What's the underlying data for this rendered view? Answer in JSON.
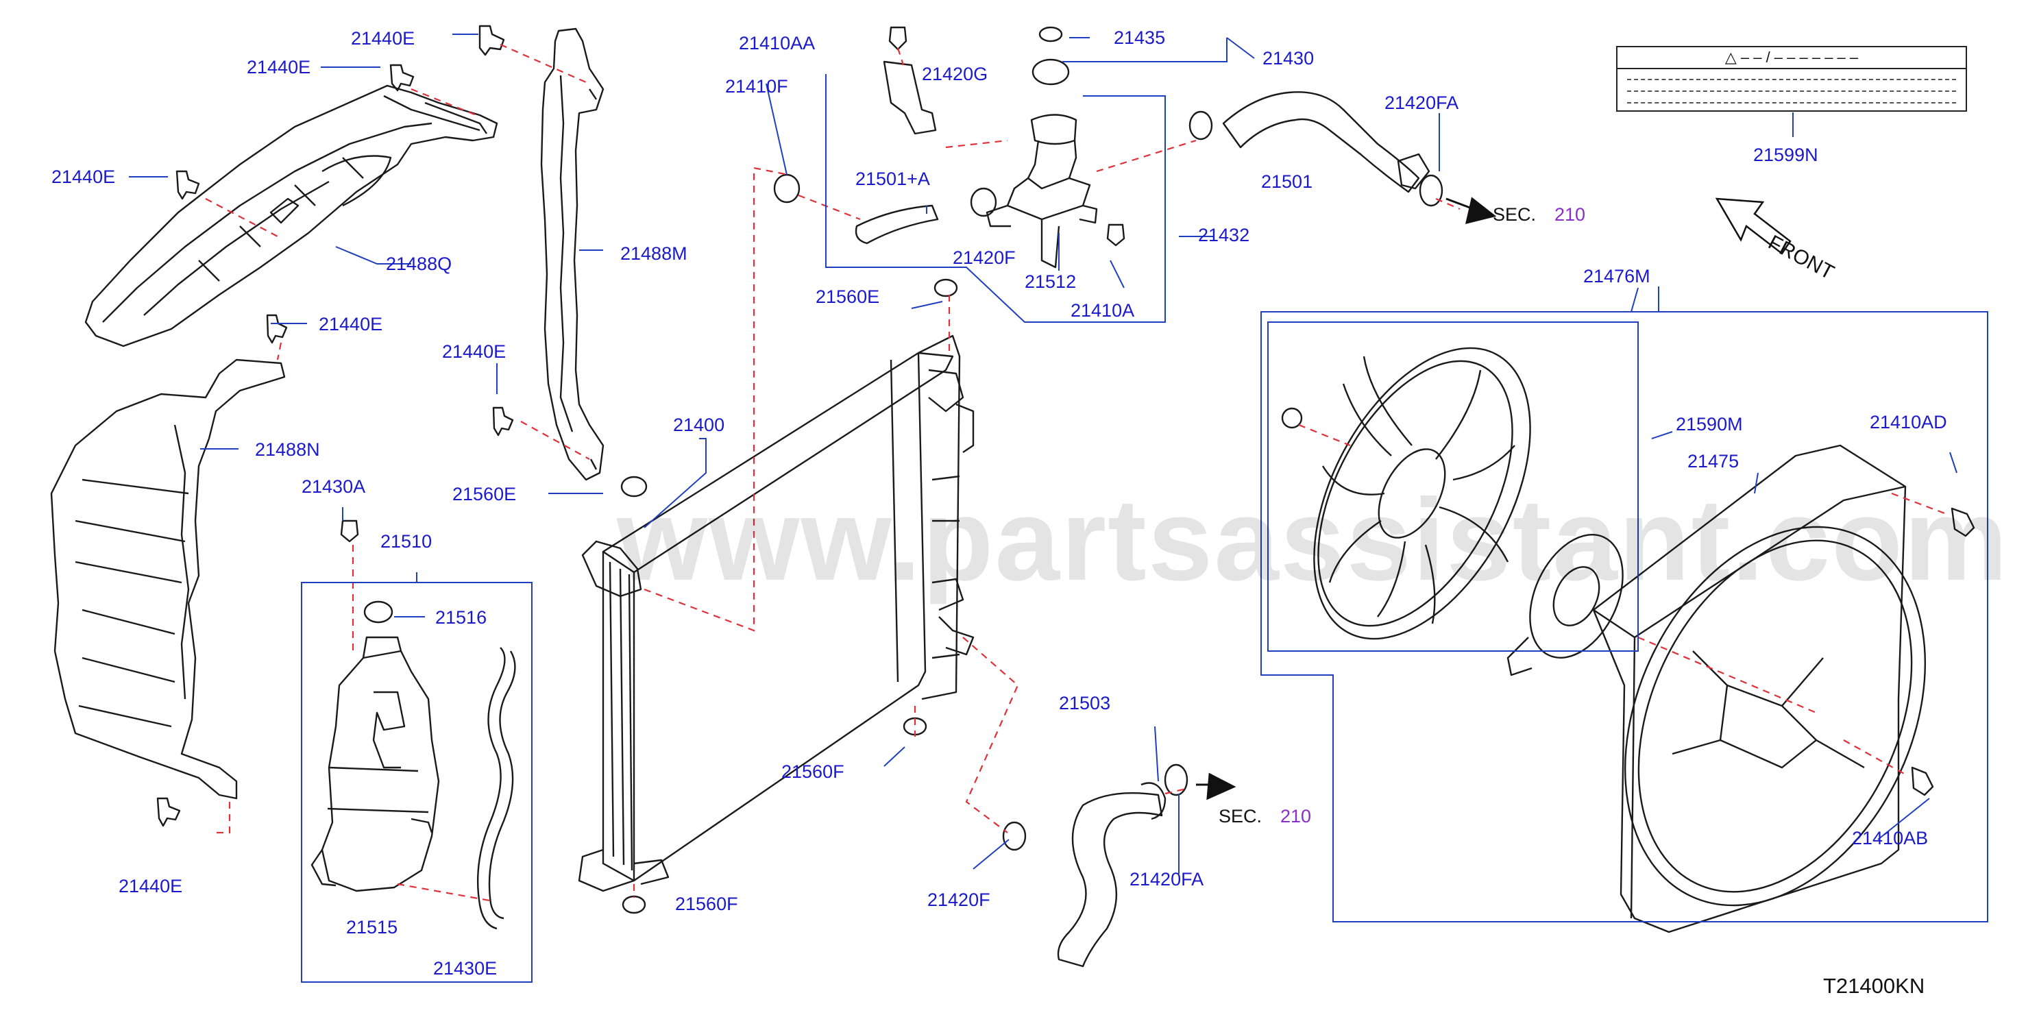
{
  "diagram": {
    "code": "T21400KN",
    "watermark": "www.partsassistant.com",
    "front_label": "FRONT",
    "caution_label": {
      "part": "21599N",
      "header": "△ – – / – – – – – – –"
    },
    "section_refs": [
      {
        "text": "SEC.",
        "number": "210"
      },
      {
        "text": "SEC.",
        "number": "210"
      }
    ],
    "callouts": [
      {
        "id": "21440E_a",
        "label": "21440E"
      },
      {
        "id": "21440E_b",
        "label": "21440E"
      },
      {
        "id": "21440E_c",
        "label": "21440E"
      },
      {
        "id": "21440E_d",
        "label": "21440E"
      },
      {
        "id": "21440E_e",
        "label": "21440E"
      },
      {
        "id": "21440E_f",
        "label": "21440E"
      },
      {
        "id": "21488Q",
        "label": "21488Q"
      },
      {
        "id": "21488M",
        "label": "21488M"
      },
      {
        "id": "21488N",
        "label": "21488N"
      },
      {
        "id": "21430A",
        "label": "21430A"
      },
      {
        "id": "21510",
        "label": "21510"
      },
      {
        "id": "21516",
        "label": "21516"
      },
      {
        "id": "21515",
        "label": "21515"
      },
      {
        "id": "21430E",
        "label": "21430E"
      },
      {
        "id": "21410AA",
        "label": "21410AA"
      },
      {
        "id": "21410F",
        "label": "21410F"
      },
      {
        "id": "21420G",
        "label": "21420G"
      },
      {
        "id": "21501+A",
        "label": "21501+A"
      },
      {
        "id": "21420F_a",
        "label": "21420F"
      },
      {
        "id": "21512",
        "label": "21512"
      },
      {
        "id": "21410A",
        "label": "21410A"
      },
      {
        "id": "21432",
        "label": "21432"
      },
      {
        "id": "21435",
        "label": "21435"
      },
      {
        "id": "21430",
        "label": "21430"
      },
      {
        "id": "21501",
        "label": "21501"
      },
      {
        "id": "21420FA_a",
        "label": "21420FA"
      },
      {
        "id": "21560E_a",
        "label": "21560E"
      },
      {
        "id": "21560E_b",
        "label": "21560E"
      },
      {
        "id": "21400",
        "label": "21400"
      },
      {
        "id": "21560F_a",
        "label": "21560F"
      },
      {
        "id": "21560F_b",
        "label": "21560F"
      },
      {
        "id": "21503",
        "label": "21503"
      },
      {
        "id": "21420F_b",
        "label": "21420F"
      },
      {
        "id": "21420FA_b",
        "label": "21420FA"
      },
      {
        "id": "21476M",
        "label": "21476M"
      },
      {
        "id": "21590M",
        "label": "21590M"
      },
      {
        "id": "21475",
        "label": "21475"
      },
      {
        "id": "21410AD",
        "label": "21410AD"
      },
      {
        "id": "21410AB",
        "label": "21410AB"
      }
    ]
  },
  "colors": {
    "callout_text": "#1a1acc",
    "leader_line": "#1f3fbf",
    "dashed_line": "#e0303a",
    "section_number": "#8a2ec9",
    "part_outline": "#1a1a1a"
  }
}
